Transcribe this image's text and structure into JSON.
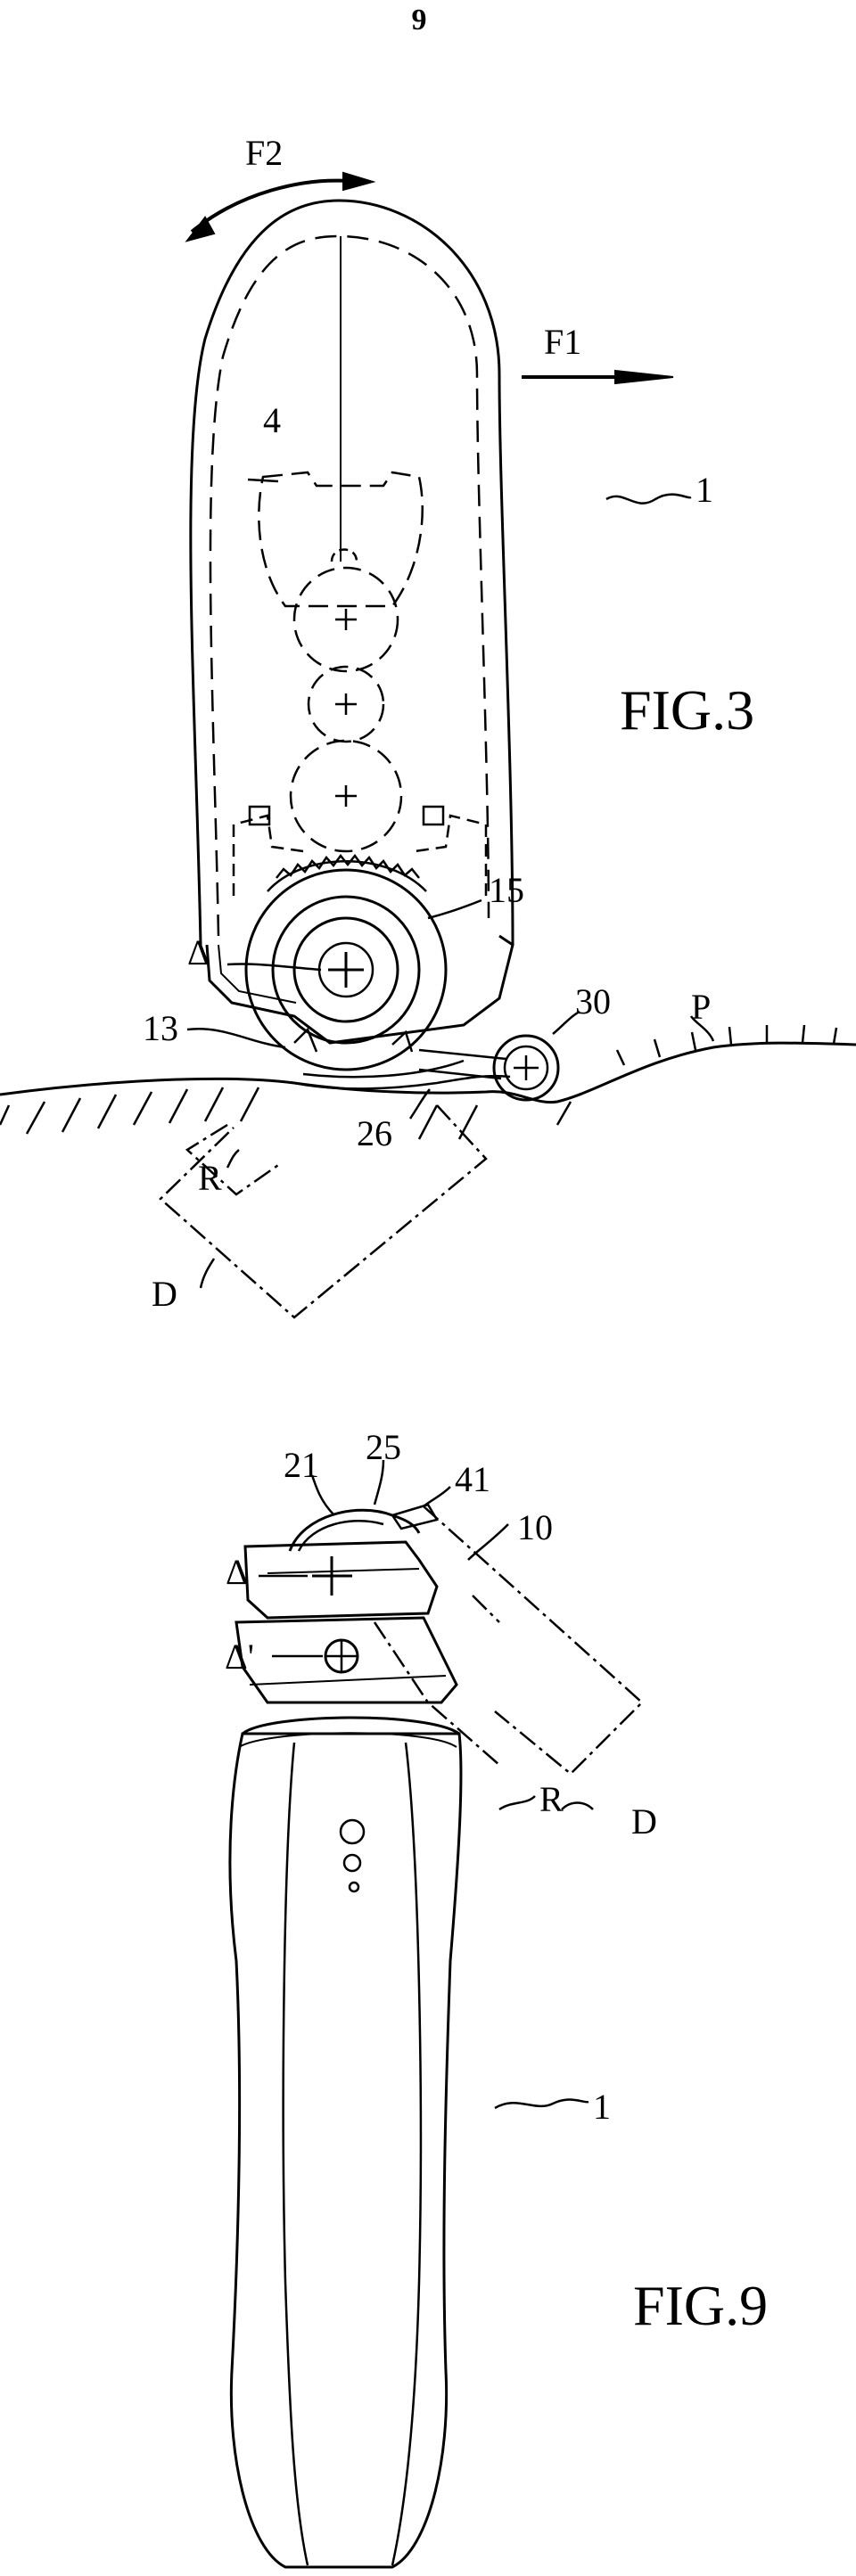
{
  "page": {
    "number": "9"
  },
  "figure3": {
    "title": "FIG.3",
    "labels": {
      "f1": "F1",
      "f2": "F2",
      "ref1": "1",
      "ref4": "4",
      "ref13": "13",
      "ref15": "15",
      "ref26": "26",
      "ref30": "30",
      "refP": "P",
      "refR": "R",
      "refD": "D",
      "delta": "Δ"
    }
  },
  "figure9": {
    "title": "FIG.9",
    "labels": {
      "ref21": "21",
      "ref25": "25",
      "ref41": "41",
      "ref10": "10",
      "ref1": "1",
      "refR": "R",
      "refD": "D",
      "delta": "Δ",
      "deltaPrime": "Δ'"
    }
  }
}
